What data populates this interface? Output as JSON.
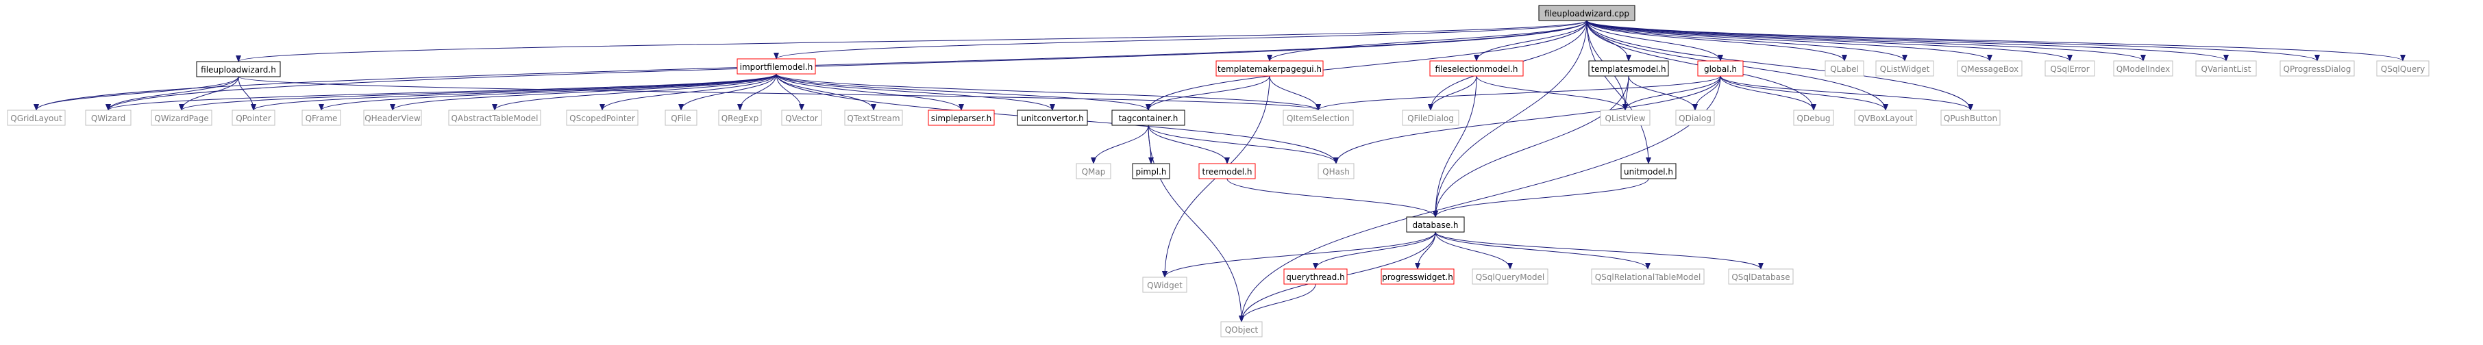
{
  "colors": {
    "background": "#ffffff",
    "edge": "#1a1a78",
    "root_fill": "#bfbfbf",
    "border_local": "#000000",
    "border_undocumented": "#ff0000",
    "border_external": "#bfbfbf",
    "text_local": "#000000",
    "text_external": "#808080"
  },
  "nodes": [
    {
      "id": "fileuploadwizard_cpp",
      "label": "fileuploadwizard.cpp",
      "kind": "root"
    },
    {
      "id": "fileuploadwizard_h",
      "label": "fileuploadwizard.h",
      "kind": "local"
    },
    {
      "id": "importfilemodel_h",
      "label": "importfilemodel.h",
      "kind": "undocumented"
    },
    {
      "id": "templatemakerpagegui_h",
      "label": "templatemakerpagegui.h",
      "kind": "undocumented"
    },
    {
      "id": "fileselectionmodel_h",
      "label": "fileselectionmodel.h",
      "kind": "undocumented"
    },
    {
      "id": "templatesmodel_h",
      "label": "templatesmodel.h",
      "kind": "local"
    },
    {
      "id": "global_h",
      "label": "global.h",
      "kind": "undocumented"
    },
    {
      "id": "QLabel",
      "label": "QLabel",
      "kind": "external"
    },
    {
      "id": "QListWidget",
      "label": "QListWidget",
      "kind": "external"
    },
    {
      "id": "QMessageBox",
      "label": "QMessageBox",
      "kind": "external"
    },
    {
      "id": "QSqlError",
      "label": "QSqlError",
      "kind": "external"
    },
    {
      "id": "QModelIndex",
      "label": "QModelIndex",
      "kind": "external"
    },
    {
      "id": "QVariantList",
      "label": "QVariantList",
      "kind": "external"
    },
    {
      "id": "QProgressDialog",
      "label": "QProgressDialog",
      "kind": "external"
    },
    {
      "id": "QSqlQuery",
      "label": "QSqlQuery",
      "kind": "external"
    },
    {
      "id": "QGridLayout",
      "label": "QGridLayout",
      "kind": "external"
    },
    {
      "id": "QWizard",
      "label": "QWizard",
      "kind": "external"
    },
    {
      "id": "QWizardPage",
      "label": "QWizardPage",
      "kind": "external"
    },
    {
      "id": "QPointer",
      "label": "QPointer",
      "kind": "external"
    },
    {
      "id": "QFrame",
      "label": "QFrame",
      "kind": "external"
    },
    {
      "id": "QHeaderView",
      "label": "QHeaderView",
      "kind": "external"
    },
    {
      "id": "QAbstractTableModel",
      "label": "QAbstractTableModel",
      "kind": "external"
    },
    {
      "id": "QScopedPointer",
      "label": "QScopedPointer",
      "kind": "external"
    },
    {
      "id": "QFile",
      "label": "QFile",
      "kind": "external"
    },
    {
      "id": "QRegExp",
      "label": "QRegExp",
      "kind": "external"
    },
    {
      "id": "QVector",
      "label": "QVector",
      "kind": "external"
    },
    {
      "id": "QTextStream",
      "label": "QTextStream",
      "kind": "external"
    },
    {
      "id": "simpleparser_h",
      "label": "simpleparser.h",
      "kind": "undocumented"
    },
    {
      "id": "unitconvertor_h",
      "label": "unitconvertor.h",
      "kind": "local"
    },
    {
      "id": "tagcontainer_h",
      "label": "tagcontainer.h",
      "kind": "local"
    },
    {
      "id": "QItemSelection",
      "label": "QItemSelection",
      "kind": "external"
    },
    {
      "id": "QFileDialog",
      "label": "QFileDialog",
      "kind": "external"
    },
    {
      "id": "QListView",
      "label": "QListView",
      "kind": "external"
    },
    {
      "id": "QDialog",
      "label": "QDialog",
      "kind": "external"
    },
    {
      "id": "QDebug",
      "label": "QDebug",
      "kind": "external"
    },
    {
      "id": "QVBoxLayout",
      "label": "QVBoxLayout",
      "kind": "external"
    },
    {
      "id": "QPushButton",
      "label": "QPushButton",
      "kind": "external"
    },
    {
      "id": "QMap",
      "label": "QMap",
      "kind": "external"
    },
    {
      "id": "pimpl_h",
      "label": "pimpl.h",
      "kind": "local"
    },
    {
      "id": "treemodel_h",
      "label": "treemodel.h",
      "kind": "undocumented"
    },
    {
      "id": "QHash",
      "label": "QHash",
      "kind": "external"
    },
    {
      "id": "unitmodel_h",
      "label": "unitmodel.h",
      "kind": "local"
    },
    {
      "id": "database_h",
      "label": "database.h",
      "kind": "local"
    },
    {
      "id": "QWidget",
      "label": "QWidget",
      "kind": "external"
    },
    {
      "id": "querythread_h",
      "label": "querythread.h",
      "kind": "undocumented"
    },
    {
      "id": "progresswidget_h",
      "label": "progresswidget.h",
      "kind": "undocumented"
    },
    {
      "id": "QSqlQueryModel",
      "label": "QSqlQueryModel",
      "kind": "external"
    },
    {
      "id": "QSqlRelationalTableModel",
      "label": "QSqlRelationalTableModel",
      "kind": "external"
    },
    {
      "id": "QSqlDatabase",
      "label": "QSqlDatabase",
      "kind": "external"
    },
    {
      "id": "QObject",
      "label": "QObject",
      "kind": "external"
    }
  ],
  "edges": [
    [
      "fileuploadwizard_cpp",
      "fileuploadwizard_h"
    ],
    [
      "fileuploadwizard_cpp",
      "importfilemodel_h"
    ],
    [
      "fileuploadwizard_cpp",
      "templatemakerpagegui_h"
    ],
    [
      "fileuploadwizard_cpp",
      "fileselectionmodel_h"
    ],
    [
      "fileuploadwizard_cpp",
      "templatesmodel_h"
    ],
    [
      "fileuploadwizard_cpp",
      "global_h"
    ],
    [
      "fileuploadwizard_cpp",
      "QLabel"
    ],
    [
      "fileuploadwizard_cpp",
      "QListWidget"
    ],
    [
      "fileuploadwizard_cpp",
      "QMessageBox"
    ],
    [
      "fileuploadwizard_cpp",
      "QSqlError"
    ],
    [
      "fileuploadwizard_cpp",
      "QModelIndex"
    ],
    [
      "fileuploadwizard_cpp",
      "QVariantList"
    ],
    [
      "fileuploadwizard_cpp",
      "QProgressDialog"
    ],
    [
      "fileuploadwizard_cpp",
      "QSqlQuery"
    ],
    [
      "fileuploadwizard_cpp",
      "QGridLayout"
    ],
    [
      "fileuploadwizard_cpp",
      "QWizard"
    ],
    [
      "fileuploadwizard_cpp",
      "tagcontainer_h"
    ],
    [
      "fileuploadwizard_cpp",
      "QFileDialog"
    ],
    [
      "fileuploadwizard_cpp",
      "QListView"
    ],
    [
      "fileuploadwizard_cpp",
      "QDebug"
    ],
    [
      "fileuploadwizard_cpp",
      "QVBoxLayout"
    ],
    [
      "fileuploadwizard_cpp",
      "QPushButton"
    ],
    [
      "fileuploadwizard_cpp",
      "unitmodel_h"
    ],
    [
      "fileuploadwizard_cpp",
      "database_h"
    ],
    [
      "fileuploadwizard_h",
      "QGridLayout"
    ],
    [
      "fileuploadwizard_h",
      "QWizard"
    ],
    [
      "fileuploadwizard_h",
      "QWizardPage"
    ],
    [
      "fileuploadwizard_h",
      "QPointer"
    ],
    [
      "fileuploadwizard_h",
      "QItemSelection"
    ],
    [
      "importfilemodel_h",
      "QWizard"
    ],
    [
      "importfilemodel_h",
      "QWizardPage"
    ],
    [
      "importfilemodel_h",
      "QPointer"
    ],
    [
      "importfilemodel_h",
      "QFrame"
    ],
    [
      "importfilemodel_h",
      "QHeaderView"
    ],
    [
      "importfilemodel_h",
      "QAbstractTableModel"
    ],
    [
      "importfilemodel_h",
      "QScopedPointer"
    ],
    [
      "importfilemodel_h",
      "QFile"
    ],
    [
      "importfilemodel_h",
      "QRegExp"
    ],
    [
      "importfilemodel_h",
      "QVector"
    ],
    [
      "importfilemodel_h",
      "QTextStream"
    ],
    [
      "importfilemodel_h",
      "simpleparser_h"
    ],
    [
      "importfilemodel_h",
      "unitconvertor_h"
    ],
    [
      "importfilemodel_h",
      "tagcontainer_h"
    ],
    [
      "importfilemodel_h",
      "QItemSelection"
    ],
    [
      "importfilemodel_h",
      "QHash"
    ],
    [
      "templatemakerpagegui_h",
      "tagcontainer_h"
    ],
    [
      "templatemakerpagegui_h",
      "QItemSelection"
    ],
    [
      "templatemakerpagegui_h",
      "QWidget"
    ],
    [
      "fileselectionmodel_h",
      "QFileDialog"
    ],
    [
      "fileselectionmodel_h",
      "QListView"
    ],
    [
      "fileselectionmodel_h",
      "database_h"
    ],
    [
      "templatesmodel_h",
      "QListView"
    ],
    [
      "templatesmodel_h",
      "QDialog"
    ],
    [
      "templatesmodel_h",
      "database_h"
    ],
    [
      "global_h",
      "QItemSelection"
    ],
    [
      "global_h",
      "QListView"
    ],
    [
      "global_h",
      "QDialog"
    ],
    [
      "global_h",
      "QDebug"
    ],
    [
      "global_h",
      "QVBoxLayout"
    ],
    [
      "global_h",
      "QPushButton"
    ],
    [
      "global_h",
      "QHash"
    ],
    [
      "global_h",
      "QObject"
    ],
    [
      "tagcontainer_h",
      "QMap"
    ],
    [
      "tagcontainer_h",
      "pimpl_h"
    ],
    [
      "tagcontainer_h",
      "treemodel_h"
    ],
    [
      "tagcontainer_h",
      "QHash"
    ],
    [
      "tagcontainer_h",
      "QObject"
    ],
    [
      "treemodel_h",
      "database_h"
    ],
    [
      "unitmodel_h",
      "database_h"
    ],
    [
      "database_h",
      "QWidget"
    ],
    [
      "database_h",
      "querythread_h"
    ],
    [
      "database_h",
      "progresswidget_h"
    ],
    [
      "database_h",
      "QSqlQueryModel"
    ],
    [
      "database_h",
      "QSqlRelationalTableModel"
    ],
    [
      "database_h",
      "QSqlDatabase"
    ],
    [
      "database_h",
      "QObject"
    ],
    [
      "querythread_h",
      "QObject"
    ]
  ]
}
